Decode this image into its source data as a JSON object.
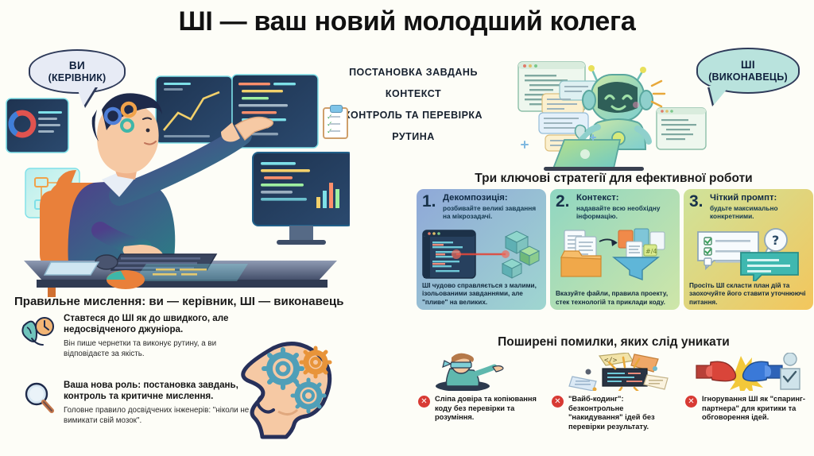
{
  "title": "ШІ — ваш новий молодший колега",
  "bubbles": {
    "left": {
      "line1": "ВИ",
      "line2": "(КЕРІВНИК)"
    },
    "right": {
      "line1": "ШІ",
      "line2": "(ВИКОНАВЕЦЬ)"
    }
  },
  "center_list": [
    "ПОСТАНОВКА ЗАВДАНЬ",
    "КОНТЕКСТ",
    "КОНТРОЛЬ ТА ПЕРЕВІРКА",
    "РУТИНА"
  ],
  "strategies": {
    "heading": "Три ключові стратегії для ефективної роботи",
    "cards": [
      {
        "number": "1.",
        "title": "Декомпозиція:",
        "subtitle": "розбивайте великі завдання на мікрозадачі.",
        "caption": "ШІ чудово справляється з малими, ізольованими завданнями, але \"пливе\" на великих.",
        "art": "code-window-and-blocks",
        "color": "#8fa8d8"
      },
      {
        "number": "2.",
        "title": "Контекст:",
        "subtitle": "надавайте всю необхідну інформацію.",
        "caption": "Вказуйте файли, правила проекту, стек технологій та приклади коду.",
        "art": "folder-documents-funnel",
        "color": "#8fd6c2"
      },
      {
        "number": "3.",
        "title": "Чіткий промпт:",
        "subtitle": "будьте максимально конкретними.",
        "caption": "Просіть ШІ скласти план дій та заохочуйте його ставити уточнюючі питання.",
        "art": "checklist-chat-question",
        "color": "#f3c65c"
      }
    ]
  },
  "thinking": {
    "heading": "Правильне мислення: ви — керівник, ШІ — виконавець",
    "points": [
      {
        "icon": "brain-clock-icon",
        "title": "Ставтеся до ШІ як до швидкого, але недосвідченого джуніора.",
        "body": "Він пише чернетки та виконує рутину, а ви відповідаєте за якість."
      },
      {
        "icon": "magnifier-icon",
        "title": "Ваша нова роль: постановка завдань, контроль та критичне мислення.",
        "body": "Головне правило досвідчених інженерів: \"ніколи не вимикати свій мозок\"."
      }
    ]
  },
  "mistakes": {
    "heading": "Поширені помилки, яких слід уникати",
    "items": [
      {
        "icon": "blindfolded-person-in-hole",
        "badge": "✕",
        "text": "Сліпа довіра та копіювання коду без перевірки та розуміння."
      },
      {
        "icon": "exploding-code-chaos",
        "badge": "✕",
        "text": "\"Вайб-кодинг\": безконтрольне \"накидування\" ідей без перевірки результату."
      },
      {
        "icon": "boxing-gloves-clash",
        "badge": "✕",
        "text": "Ігнорування ШІ як \"спаринг-партнера\" для критики та обговорення ідей."
      }
    ]
  },
  "illustrations": {
    "hero": "manager-pointing-at-screens-with-gears-in-head",
    "robot": "friendly-green-robot-with-laptop",
    "head_gears": "head-silhouette-with-gears"
  },
  "colors": {
    "background": "#fdfdf7",
    "bubble_left": "#e7ebf5",
    "bubble_right": "#b9e3dd",
    "outline": "#2e3a59",
    "error_red": "#d83a34",
    "check_green": "#34a853",
    "skin": "#f6c9a4",
    "gear_blue": "#4f9fb8",
    "gear_orange": "#e8943a"
  }
}
